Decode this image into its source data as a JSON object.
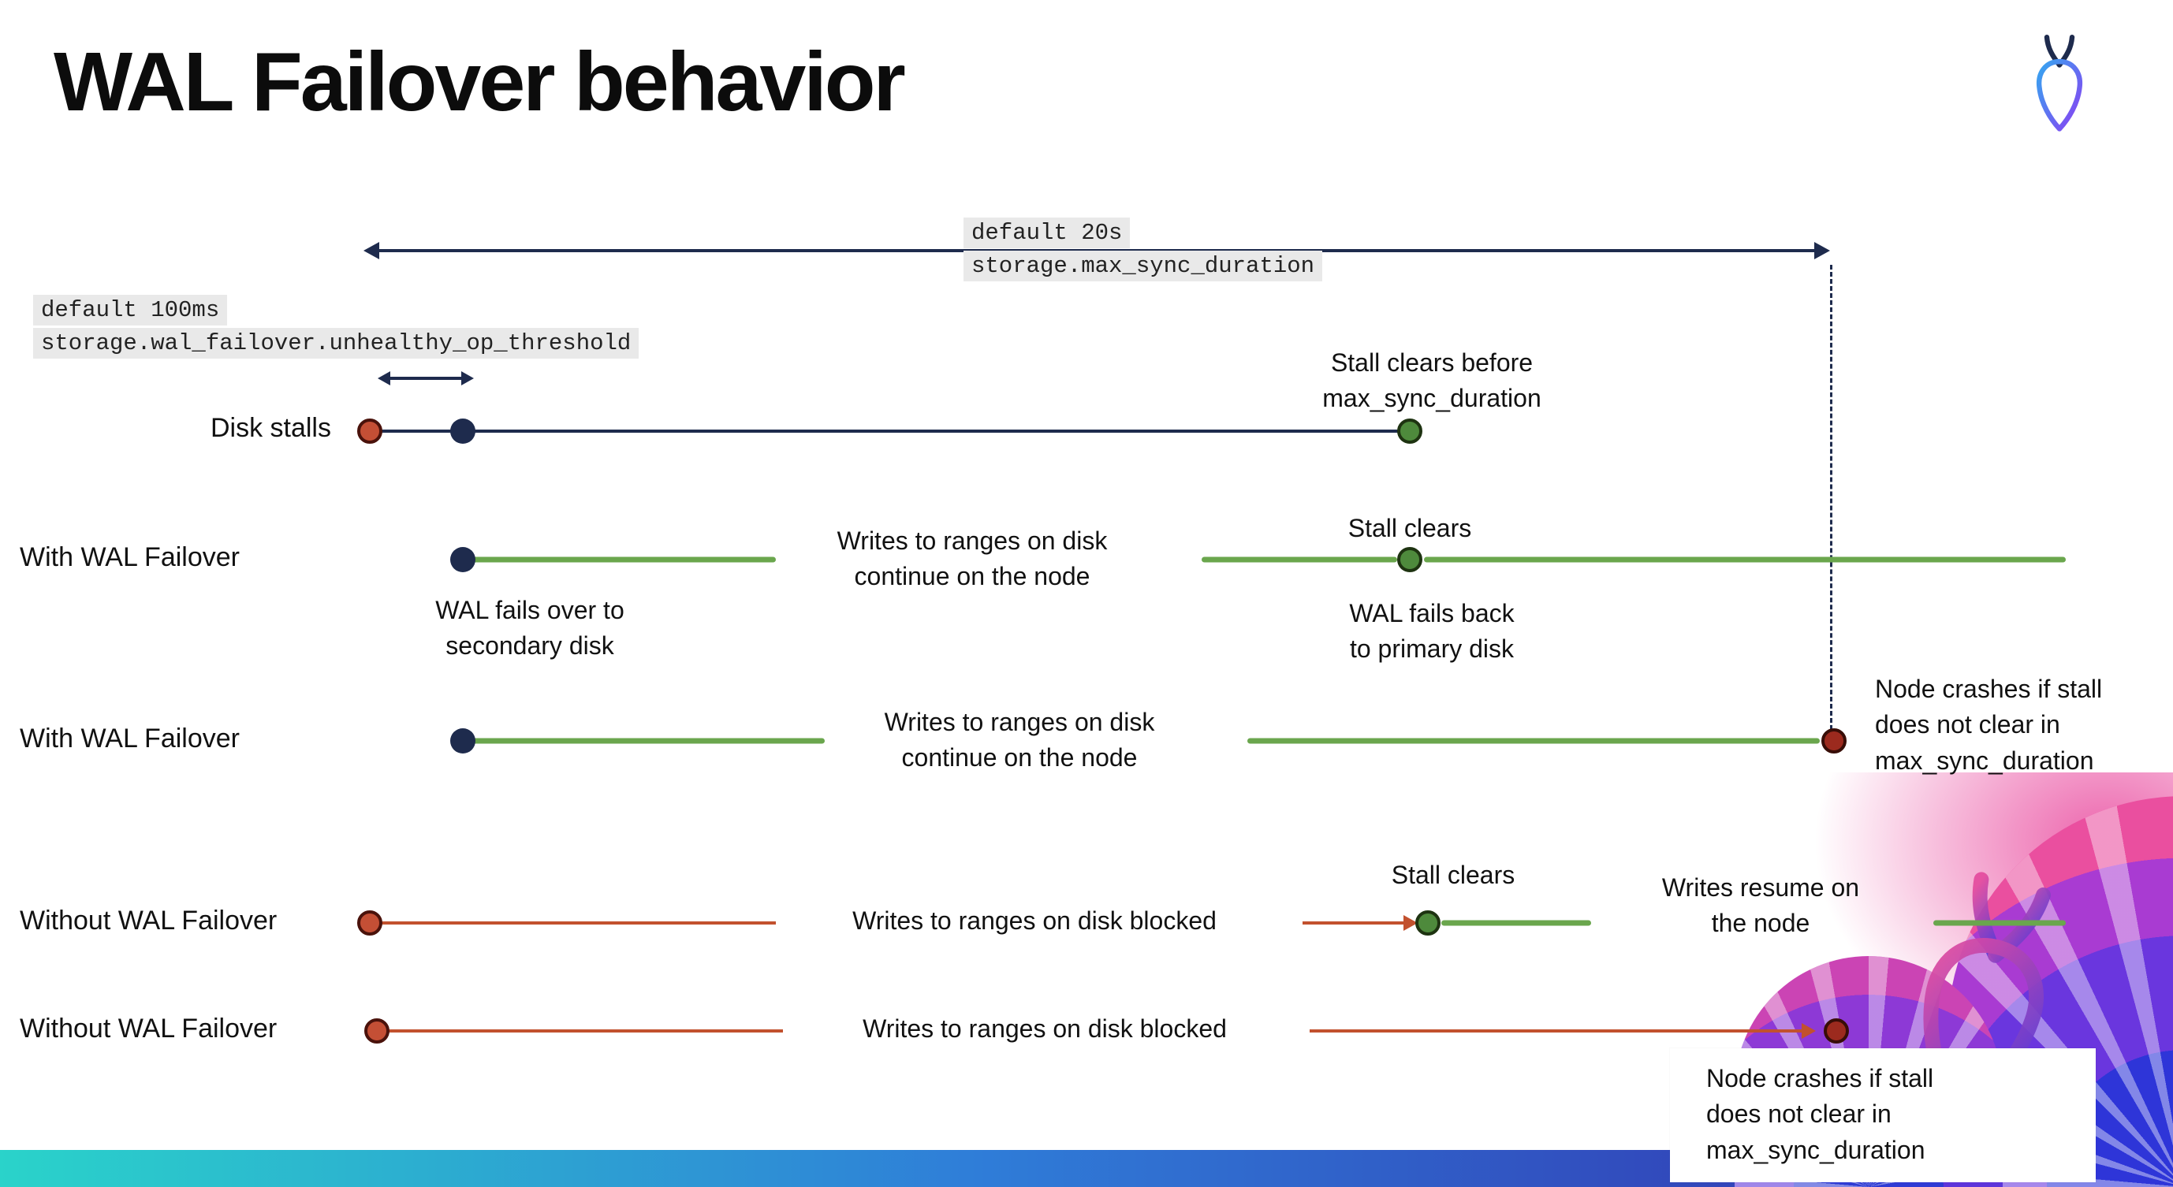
{
  "page": {
    "title": "WAL Failover behavior"
  },
  "theme": {
    "navy": "#1e2b4d",
    "green": "#6aa64d",
    "green_dot": "#4e8a3c",
    "red": "#c44f35",
    "red_line": "#c2512e",
    "dark_red": "#9c2a1e",
    "mono_bg": "#e9e9e9",
    "bar_left": "#2ad3ca",
    "bar_mid": "#2f7dd8",
    "bar_right": "#3325a8"
  },
  "annotations": {
    "max_sync_duration": {
      "line1": "default 20s",
      "line2": "storage.max_sync_duration"
    },
    "unhealthy_op_threshold": {
      "line1": "default 100ms",
      "line2": "storage.wal_failover.unhealthy_op_threshold"
    }
  },
  "rows": {
    "disk_stalls": {
      "label": "Disk stalls",
      "stall_note": "Stall clears before\nmax_sync_duration"
    },
    "with_failover_1": {
      "label": "With WAL Failover",
      "writes_note": "Writes to ranges on disk\ncontinue on the node",
      "stall_clears": "Stall clears",
      "failover_note": "WAL fails over to\nsecondary disk",
      "failback_note": "WAL fails  back\nto primary disk"
    },
    "with_failover_2": {
      "label": "With WAL Failover",
      "writes_note": "Writes to ranges on disk\ncontinue on the node",
      "crash_note": "Node crashes if stall\ndoes not clear in\nmax_sync_duration"
    },
    "without_failover_1": {
      "label": "Without WAL Failover",
      "writes_note": "Writes to ranges on disk  blocked",
      "stall_clears": "Stall clears",
      "resume_note": "Writes resume on\nthe node"
    },
    "without_failover_2": {
      "label": "Without WAL Failover",
      "writes_note": "Writes to ranges on disk  blocked",
      "crash_note": "Node crashes if stall\ndoes not clear in\nmax_sync_duration"
    }
  }
}
